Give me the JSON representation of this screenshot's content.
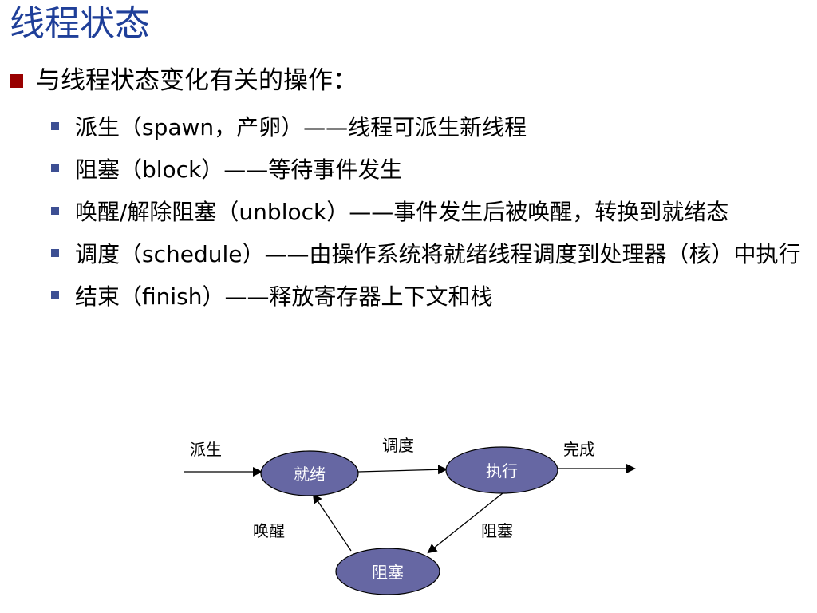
{
  "slide": {
    "title": "线程状态"
  },
  "intro": {
    "text": "与线程状态变化有关的操作："
  },
  "operations": [
    {
      "text": "派生（spawn，产卵）——线程可派生新线程"
    },
    {
      "text": "阻塞（block）——等待事件发生"
    },
    {
      "text": "唤醒/解除阻塞（unblock）——事件发生后被唤醒，转换到就绪态"
    },
    {
      "text": "调度（schedule）——由操作系统将就绪线程调度到处理器（核）中执行"
    },
    {
      "text": "结束（finish）——释放寄存器上下文和栈"
    }
  ],
  "diagram": {
    "states": {
      "ready": "就绪",
      "running": "执行",
      "blocked": "阻塞"
    },
    "transitions": {
      "spawn": "派生",
      "schedule": "调度",
      "finish": "完成",
      "wakeup": "唤醒",
      "block": "阻塞"
    }
  },
  "colors": {
    "title": "#1f3f99",
    "top_bullet": "#990000",
    "sub_bullet": "#3d4f93",
    "state_fill": "#6667a3",
    "state_text": "#ffffff"
  }
}
